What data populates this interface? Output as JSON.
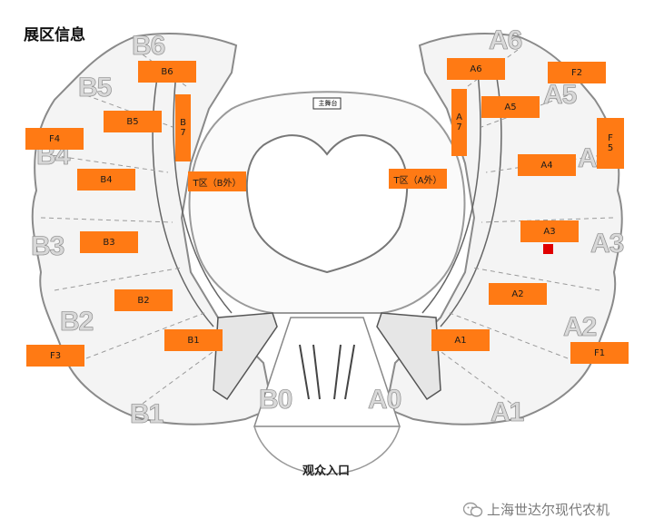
{
  "title": "展区信息",
  "entrance_label": "观众入口",
  "watermark": "上海世达尔现代农机",
  "sign_label": "主舞台",
  "colors": {
    "zone": "#ff7a14",
    "marker": "#e00000"
  },
  "zones": {
    "b6": "B6",
    "b5": "B5",
    "b7": "B7",
    "f4": "F4",
    "b4": "B4",
    "t_b": "T区（B外）",
    "b3": "B3",
    "b2": "B2",
    "b1": "B1",
    "f3": "F3",
    "a6": "A6",
    "f2": "F2",
    "a5": "A5",
    "a7": "A7",
    "f5": "F5",
    "a4": "A4",
    "t_a": "T区（A外）",
    "a3": "A3",
    "a2": "A2",
    "a1": "A1",
    "f1": "F1"
  },
  "hall_labels": {
    "b6": "B6",
    "b5": "B5",
    "b4": "B4",
    "b3": "B3",
    "b2": "B2",
    "b1": "B1",
    "b0": "B0",
    "a6": "A6",
    "a5": "A5",
    "a4": "A4",
    "a3": "A3",
    "a2": "A2",
    "a1": "A1",
    "a0": "A0"
  }
}
